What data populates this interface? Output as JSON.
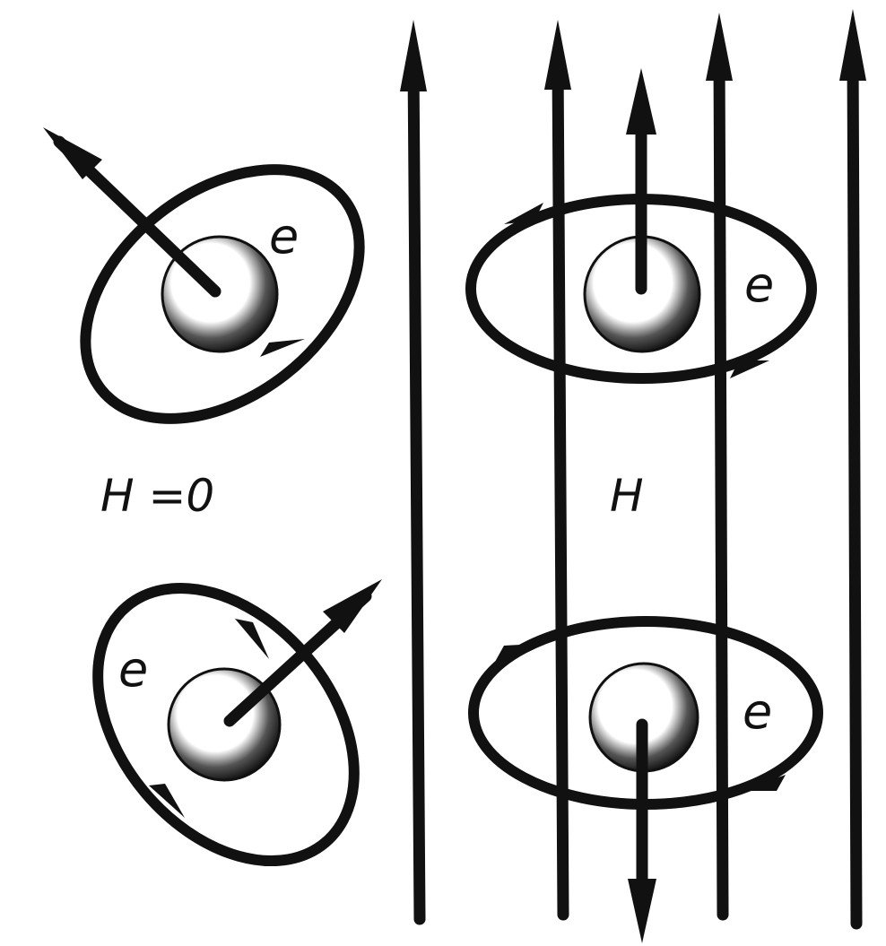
{
  "labels": {
    "h_zero": "H =0",
    "h_field": "H",
    "electron_top_left": "e",
    "electron_bottom_left": "e",
    "electron_top_right": "e",
    "electron_bottom_right": "e"
  }
}
